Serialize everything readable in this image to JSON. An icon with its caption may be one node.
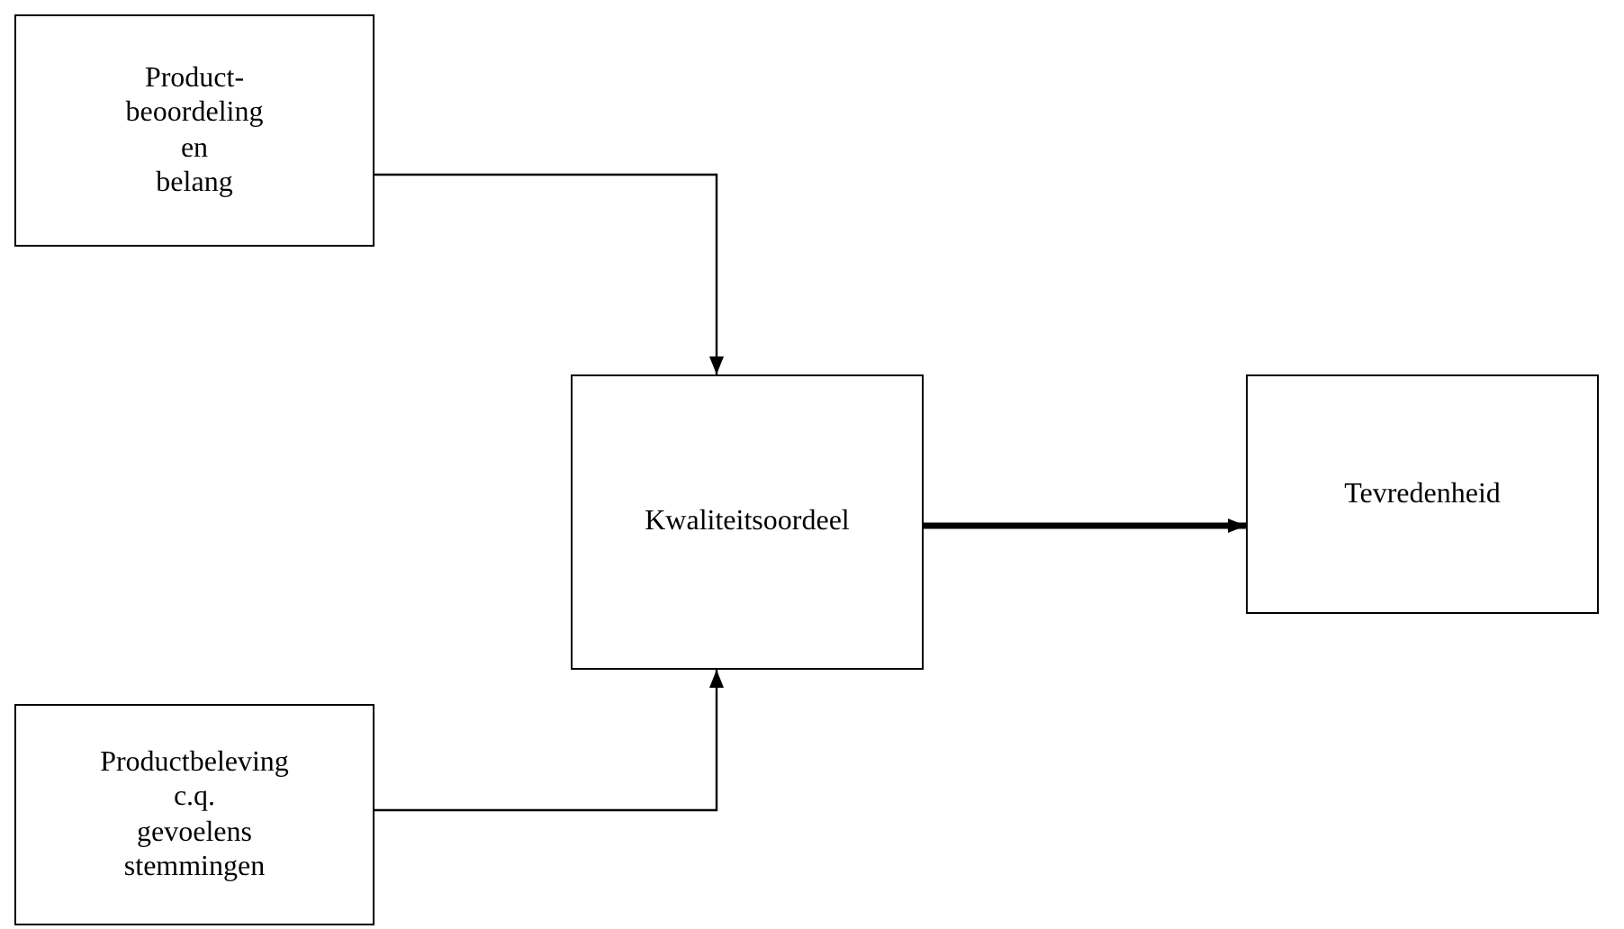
{
  "diagram": {
    "nodes": [
      {
        "text": [
          "Product- beoordeling en belang"
        ]
      },
      {
        "text": [
          "Kwaliteitsoordeel"
        ]
      },
      {
        "text": [
          "Tevredenheid"
        ]
      },
      {
        "text": [
          "Productbeleving c.q. gevoelens stemmingen"
        ]
      }
    ],
    "edges": [
      {
        "from": 0,
        "to": 1,
        "arrow": "to"
      },
      {
        "from": 3,
        "to": 1,
        "arrow": "to"
      },
      {
        "from": 1,
        "to": 2,
        "arrow": "to",
        "style": "thick"
      }
    ]
  }
}
